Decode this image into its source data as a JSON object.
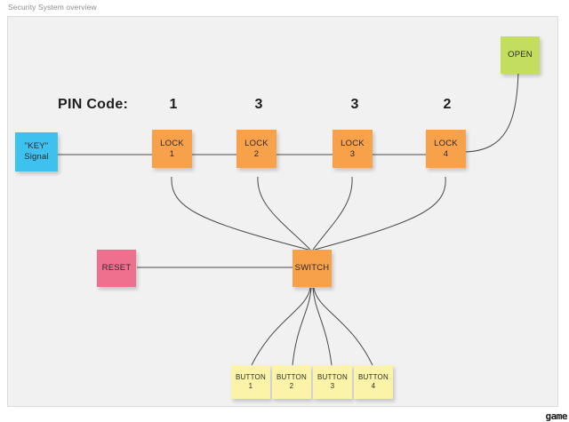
{
  "caption": "Security System overview",
  "watermark": "game",
  "pin": {
    "label": "PIN Code:",
    "digits": [
      "1",
      "3",
      "3",
      "2"
    ]
  },
  "colors": {
    "lock": "#f7a14b",
    "switch": "#f7a14b",
    "key": "#3fc1ef",
    "reset": "#ef6f8e",
    "open": "#c3de5e",
    "button": "#fbf4a8",
    "canvas_bg": "#f1f1f1",
    "edge": "#4a4a4a",
    "page_bg": "#ffffff"
  },
  "nodes": {
    "key": {
      "line1": "\"KEY\"",
      "line2": "Signal"
    },
    "open": {
      "line1": "OPEN"
    },
    "reset": {
      "line1": "RESET"
    },
    "switch": {
      "line1": "SWITCH"
    },
    "locks": [
      {
        "line1": "LOCK",
        "line2": "1"
      },
      {
        "line1": "LOCK",
        "line2": "2"
      },
      {
        "line1": "LOCK",
        "line2": "3"
      },
      {
        "line1": "LOCK",
        "line2": "4"
      }
    ],
    "buttons": [
      {
        "line1": "BUTTON",
        "line2": "1"
      },
      {
        "line1": "BUTTON",
        "line2": "2"
      },
      {
        "line1": "BUTTON",
        "line2": "3"
      },
      {
        "line1": "BUTTON",
        "line2": "4"
      }
    ]
  }
}
